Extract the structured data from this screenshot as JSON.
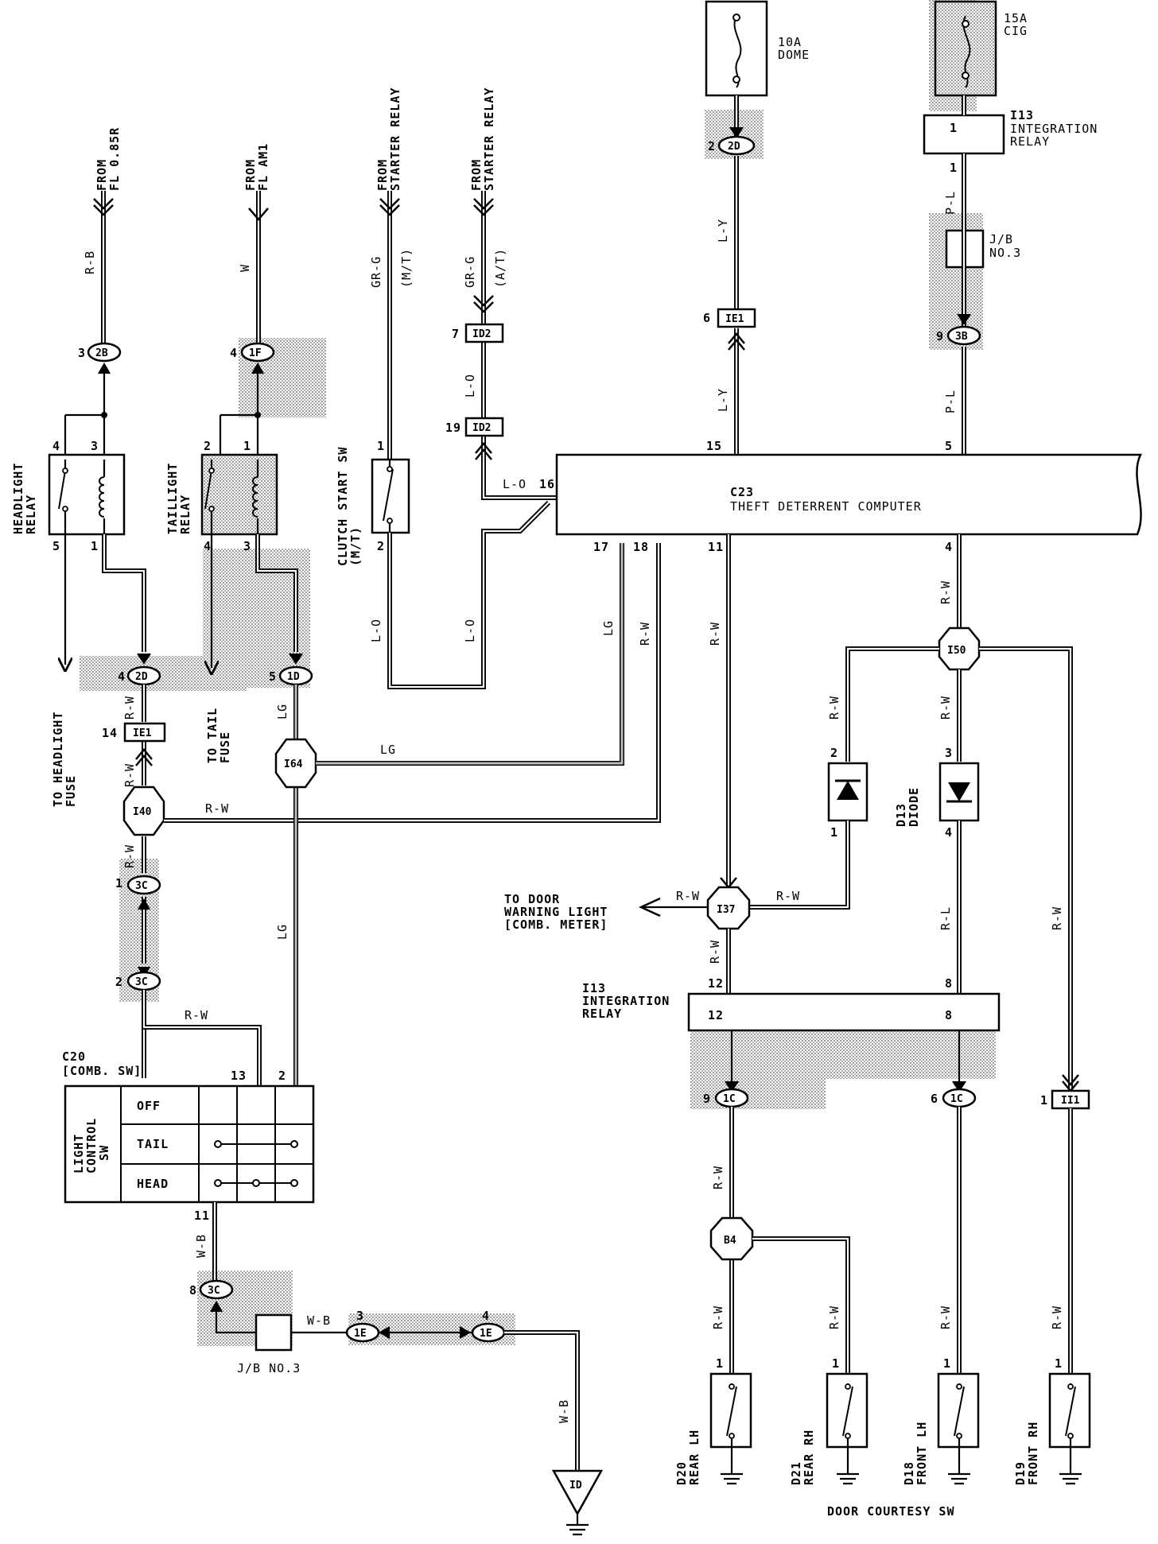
{
  "labels": {
    "from_fl085r": [
      "FROM",
      "FL 0.85R"
    ],
    "from_flam1": [
      "FROM",
      "FL AM1"
    ],
    "from_starter_mt": [
      "FROM",
      "STARTER RELAY"
    ],
    "from_starter_at": [
      "FROM",
      "STARTER RELAY"
    ],
    "fuse_dome": [
      "10A",
      "DOME"
    ],
    "fuse_cig": [
      "15A",
      "CIG"
    ],
    "i13_top": [
      "I13",
      "INTEGRATION",
      "RELAY"
    ],
    "jb3_top": [
      "J/B",
      "NO.3"
    ],
    "headlight_relay": [
      "HEADLIGHT",
      "RELAY"
    ],
    "taillight_relay": [
      "TAILLIGHT",
      "RELAY"
    ],
    "clutch_start": [
      "CLUTCH START SW",
      "(M/T)"
    ],
    "c23_id": "C23",
    "c23_name": "THEFT DETERRENT COMPUTER",
    "to_headlight_fuse": [
      "TO HEADLIGHT",
      "FUSE"
    ],
    "to_tail_fuse": [
      "TO TAIL",
      "FUSE"
    ],
    "to_door_warning": [
      "TO DOOR",
      "WARNING LIGHT",
      "[COMB. METER]"
    ],
    "i13_mid": [
      "I13",
      "INTEGRATION",
      "RELAY"
    ],
    "d13_diode": [
      "D13",
      "DIODE"
    ],
    "c20": [
      "C20",
      "[COMB. SW]"
    ],
    "light_control_sw": [
      "LIGHT",
      "CONTROL",
      "SW"
    ],
    "switch_rows": [
      "OFF",
      "TAIL",
      "HEAD"
    ],
    "jb3_bottom": "J/B NO.3",
    "door_courtesy": "DOOR COURTESY SW",
    "d20": [
      "D20",
      "REAR LH"
    ],
    "d21": [
      "D21",
      "REAR RH"
    ],
    "d18": [
      "D18",
      "FRONT LH"
    ],
    "d19": [
      "D19",
      "FRONT RH"
    ],
    "ground_id": "ID"
  },
  "wires": {
    "r_b": "R-B",
    "w": "W",
    "gr_g_mt": [
      "GR-G",
      "(M/T)"
    ],
    "gr_g_at": [
      "GR-G",
      "(A/T)"
    ],
    "l_o": "L-O",
    "l_o_16": "L-O",
    "l_y": "L-Y",
    "p_l": "P-L",
    "r_w": "R-W",
    "lg": "LG",
    "r_l": "R-L",
    "w_b": "W-B"
  },
  "connectors": {
    "c_2b": "2B",
    "c_1f": "1F",
    "c_2d_top": "2D",
    "c_3b": "3B",
    "c_2d": "2D",
    "c_1d": "1D",
    "c_3c_1": "3C",
    "c_3c_2": "3C",
    "c_3c_3": "3C",
    "c_1e_a": "1E",
    "c_1e_b": "1E",
    "c_1c_a": "1C",
    "c_1c_b": "1C",
    "ie1_top": "IE1",
    "ie1_left": "IE1",
    "id2_a": "ID2",
    "id2_b": "ID2",
    "ii1": "II1",
    "j_i64": "I64",
    "j_i40": "I40",
    "j_i50": "I50",
    "j_i37": "I37",
    "j_b4": "B4",
    "i13_pin": "1"
  },
  "pins": {
    "p2b": "3",
    "p1f": "4",
    "p2d_top": "2",
    "p3b": "9",
    "ie1_top": "6",
    "id2_a": "7",
    "id2_b": "19",
    "hr4": "4",
    "hr3": "3",
    "hr5": "5",
    "hr1": "1",
    "tr2": "2",
    "tr1": "1",
    "tr4": "4",
    "tr3": "3",
    "cs1": "1",
    "cs2": "2",
    "c23_15": "15",
    "c23_5": "5",
    "c23_16": "16",
    "c23_17": "17",
    "c23_18": "18",
    "c23_11": "11",
    "c23_4": "4",
    "p2d": "4",
    "p1d": "5",
    "ie1_left": "14",
    "p3c_1": "1",
    "p3c_2": "2",
    "p3c_3": "8",
    "c20_13": "13",
    "c20_2": "2",
    "c20_11": "11",
    "d_2": "2",
    "d_1": "1",
    "d_3": "3",
    "d_4": "4",
    "i13_12a": "12",
    "i13_8a": "8",
    "i13_12b": "12",
    "i13_8b": "8",
    "p1c_a": "9",
    "p1c_b": "6",
    "ii1": "1",
    "p1e_a": "3",
    "p1e_b": "4",
    "sw_d20": "1",
    "sw_d21": "1",
    "sw_d18": "1",
    "sw_d19": "1",
    "i13_top_1a": "1",
    "i13_top_1b": "1"
  }
}
